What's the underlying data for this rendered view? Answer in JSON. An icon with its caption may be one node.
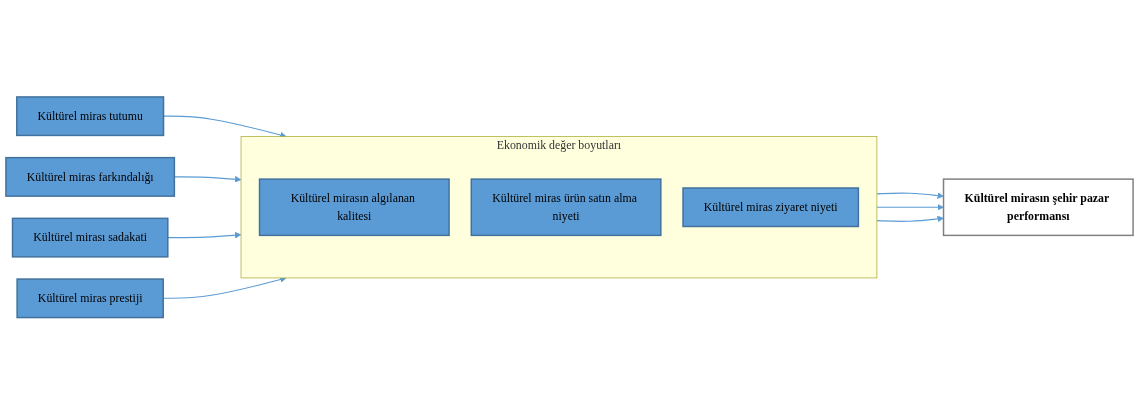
{
  "diagram": {
    "nodes": [
      {
        "text": [
          "Kültürel miras tutumu"
        ]
      },
      {
        "text": [
          "Kültürel miras farkındalığı"
        ]
      },
      {
        "text": [
          "Kültürel mirası sadakati"
        ]
      },
      {
        "text": [
          "Kültürel miras prestiji"
        ]
      },
      {
        "text": [
          "Ekonomik değer boyutları"
        ]
      },
      {
        "text": [
          "Kültürel mirasın algılanan kalitesi"
        ],
        "in": 4
      },
      {
        "text": [
          "Kültürel miras ürün satın alma niyeti"
        ],
        "in": 4
      },
      {
        "text": [
          "Kültürel miras ziyaret niyeti"
        ],
        "in": 4
      },
      {
        "text": [
          "Kültürel mirasın şehir pazar performansı"
        ]
      }
    ],
    "edges": [
      {
        "from": 0,
        "to": 4,
        "arrow": "to"
      },
      {
        "from": 1,
        "to": 4,
        "arrow": "to"
      },
      {
        "from": 2,
        "to": 4,
        "arrow": "to"
      },
      {
        "from": 3,
        "to": 4,
        "arrow": "to"
      },
      {
        "from": 4,
        "to": 8,
        "arrow": "to"
      },
      {
        "from": 4,
        "to": 8,
        "arrow": "to"
      },
      {
        "from": 4,
        "to": 8,
        "arrow": "to"
      }
    ]
  }
}
